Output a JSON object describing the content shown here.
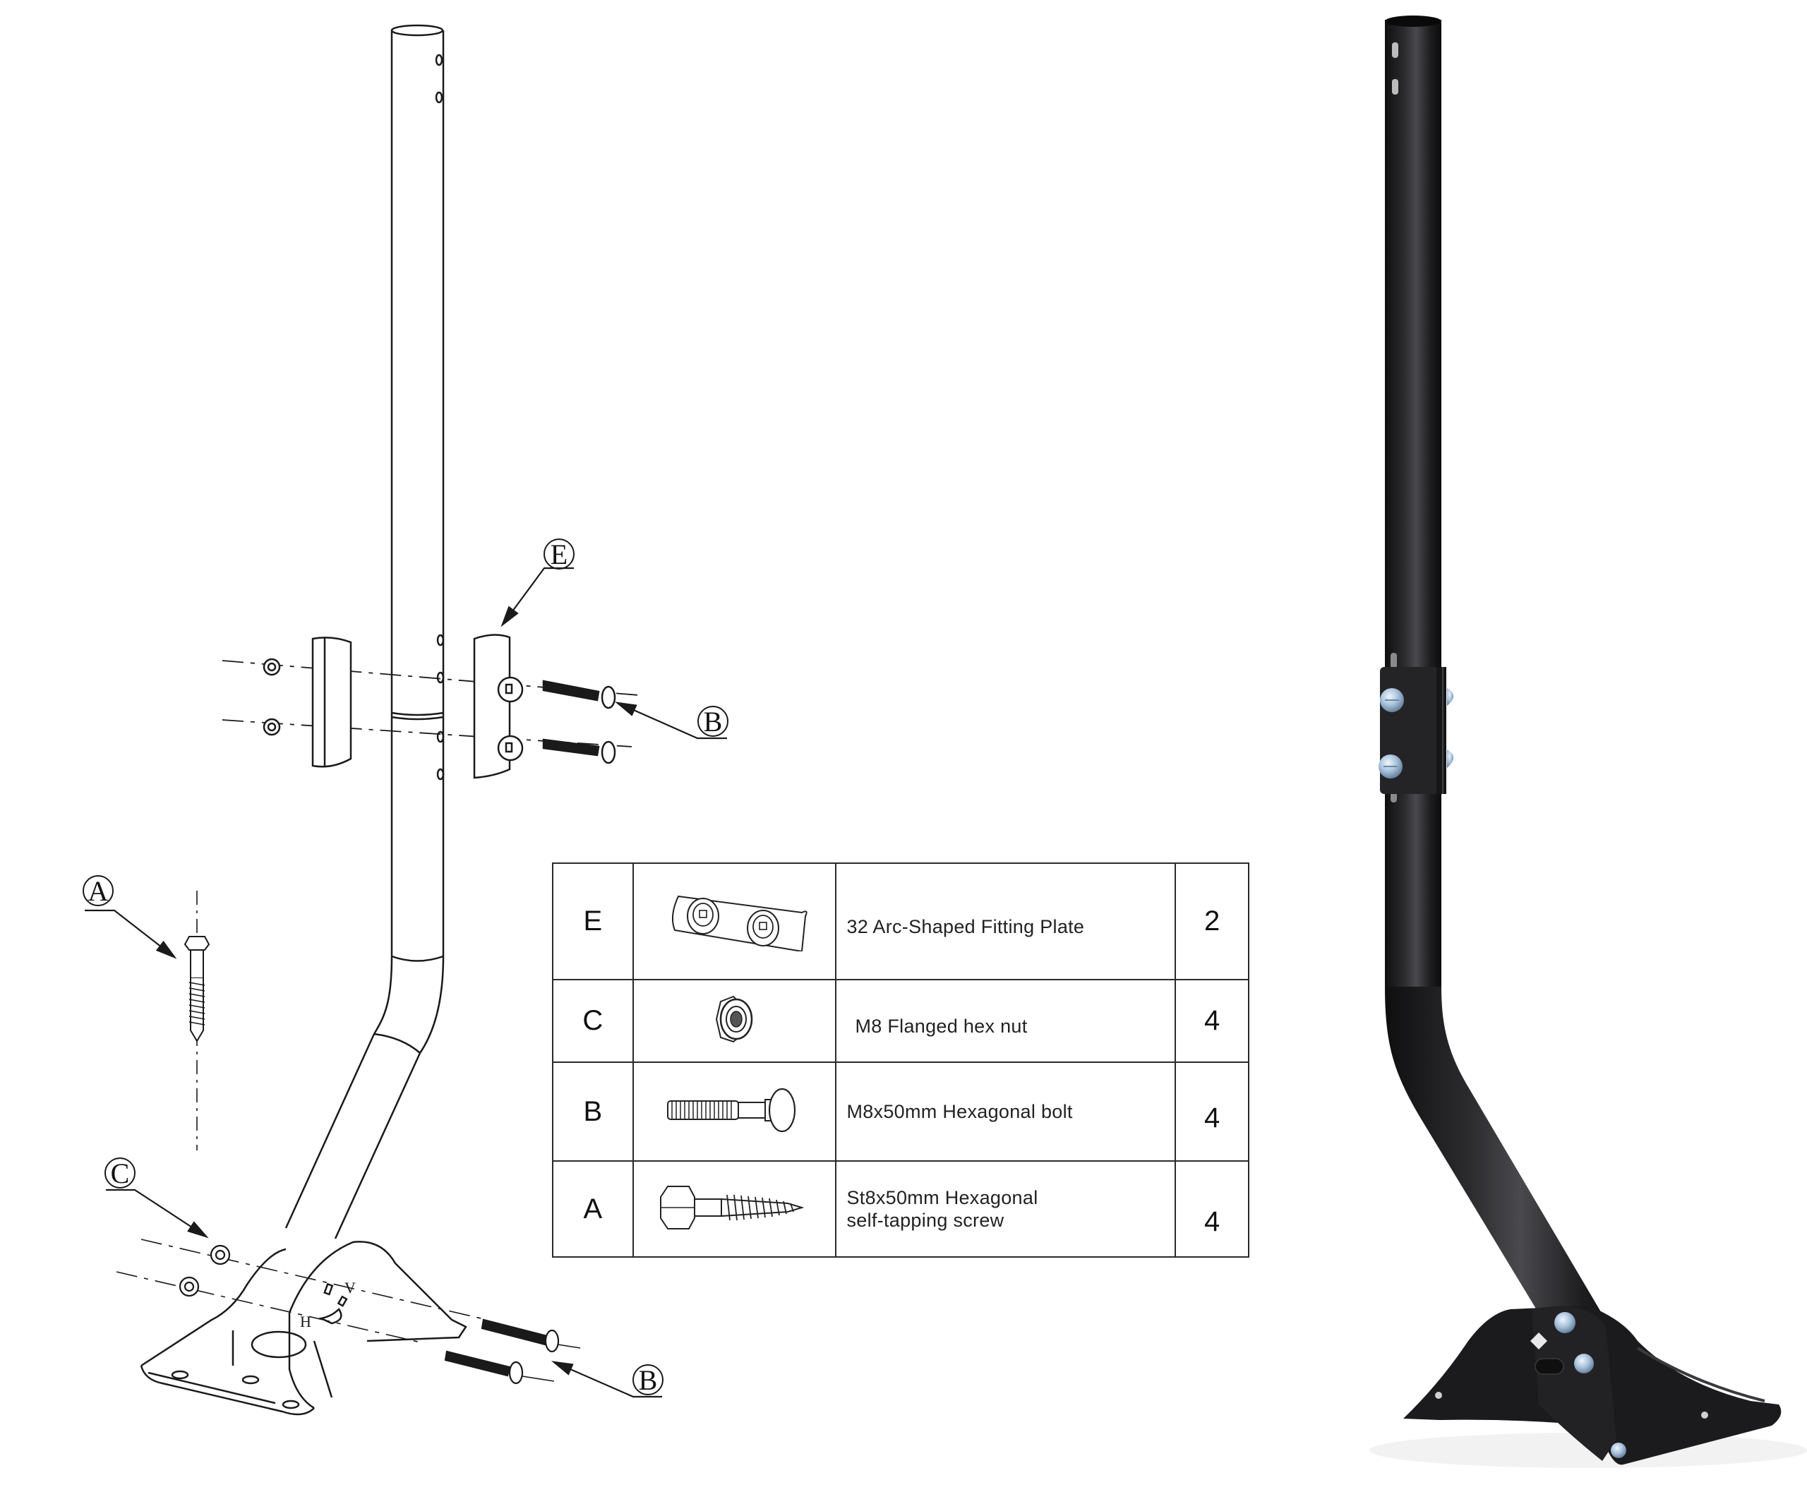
{
  "figure": {
    "title": "",
    "left_panel": "exploded assembly line drawing of J-mount pole",
    "right_panel": "product photo of black J-mount pole with clamp and base"
  },
  "callouts": [
    {
      "id": "E",
      "label": "E",
      "points_to": "arc-shaped fitting plate"
    },
    {
      "id": "B_upper",
      "label": "B",
      "points_to": "upper hexagonal bolts"
    },
    {
      "id": "A",
      "label": "A",
      "points_to": "self-tapping screw"
    },
    {
      "id": "C",
      "label": "C",
      "points_to": "flanged hex nuts at base"
    },
    {
      "id": "B_lower",
      "label": "B",
      "points_to": "lower hexagonal bolts at base"
    }
  ],
  "parts_table": {
    "rows": [
      {
        "letter": "E",
        "icon": "arc-plate-icon",
        "description": "32 Arc-Shaped Fitting Plate",
        "qty": "2"
      },
      {
        "letter": "C",
        "icon": "flanged-nut-icon",
        "description": "M8 Flanged hex nut",
        "qty": "4"
      },
      {
        "letter": "B",
        "icon": "hex-bolt-icon",
        "description": "M8x50mm Hexagonal bolt",
        "qty": "4"
      },
      {
        "letter": "A",
        "icon": "self-tapping-screw-icon",
        "description_line1": "St8x50mm Hexagonal",
        "description_line2": "self-tapping screw",
        "qty": "4"
      }
    ]
  },
  "colors": {
    "line": "#1a1a1a",
    "pole_black": "#1c1c1e",
    "pole_highlight": "#4a4a4e",
    "hardware_zinc": "#a9c3dc",
    "background": "#ffffff"
  }
}
